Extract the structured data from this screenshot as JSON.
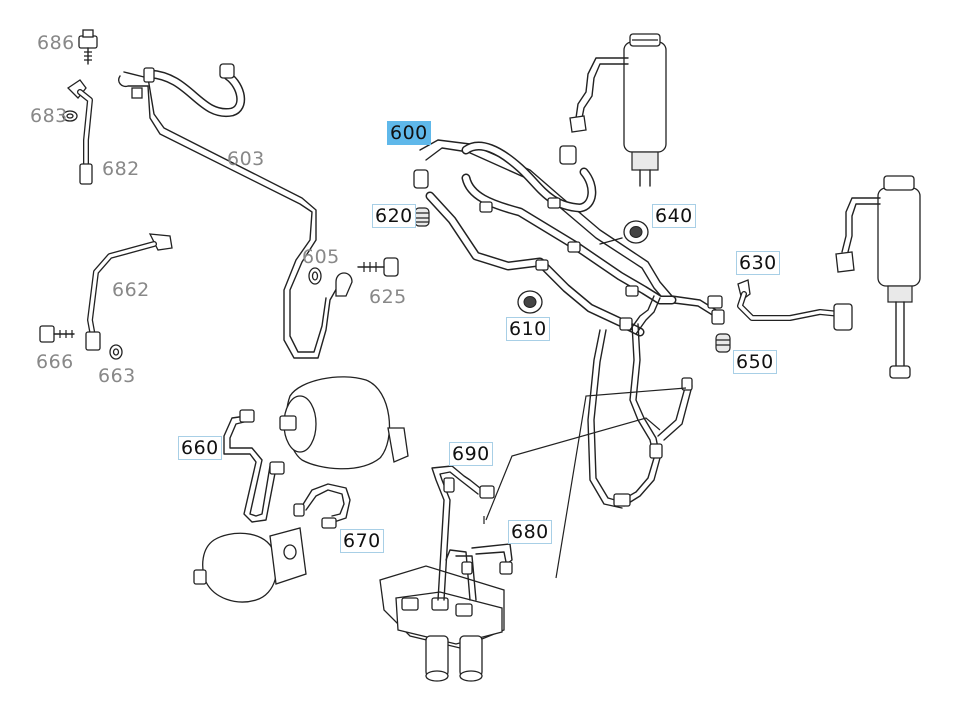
{
  "labels": {
    "p686": "686",
    "p683": "683",
    "p682": "682",
    "p603": "603",
    "p600": "600",
    "p620": "620",
    "p640": "640",
    "p605": "605",
    "p625": "625",
    "p630": "630",
    "p662": "662",
    "p610": "610",
    "p650": "650",
    "p666": "666",
    "p663": "663",
    "p660": "660",
    "p690": "690",
    "p680": "680",
    "p670": "670"
  },
  "colors": {
    "selected": "#5fb8ea",
    "label_box_border": "#a8cfe6",
    "grey_label": "#888888",
    "line": "#222222"
  },
  "selected_part": "600"
}
